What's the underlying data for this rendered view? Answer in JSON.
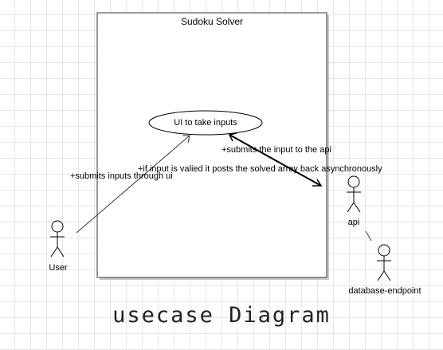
{
  "system": {
    "title": "Sudoku Solver"
  },
  "use_case": {
    "label": "UI to take inputs"
  },
  "actors": {
    "user": {
      "name": "User"
    },
    "api": {
      "name": "api"
    },
    "database": {
      "name": "database-endpoint"
    }
  },
  "messages": {
    "user_to_ui": "+submits inputs through ui",
    "ui_to_api": "+submits the input to the api",
    "api_to_ui": "+if input is valied it posts the solved array back asynchronously"
  },
  "caption": "usecase Diagram"
}
